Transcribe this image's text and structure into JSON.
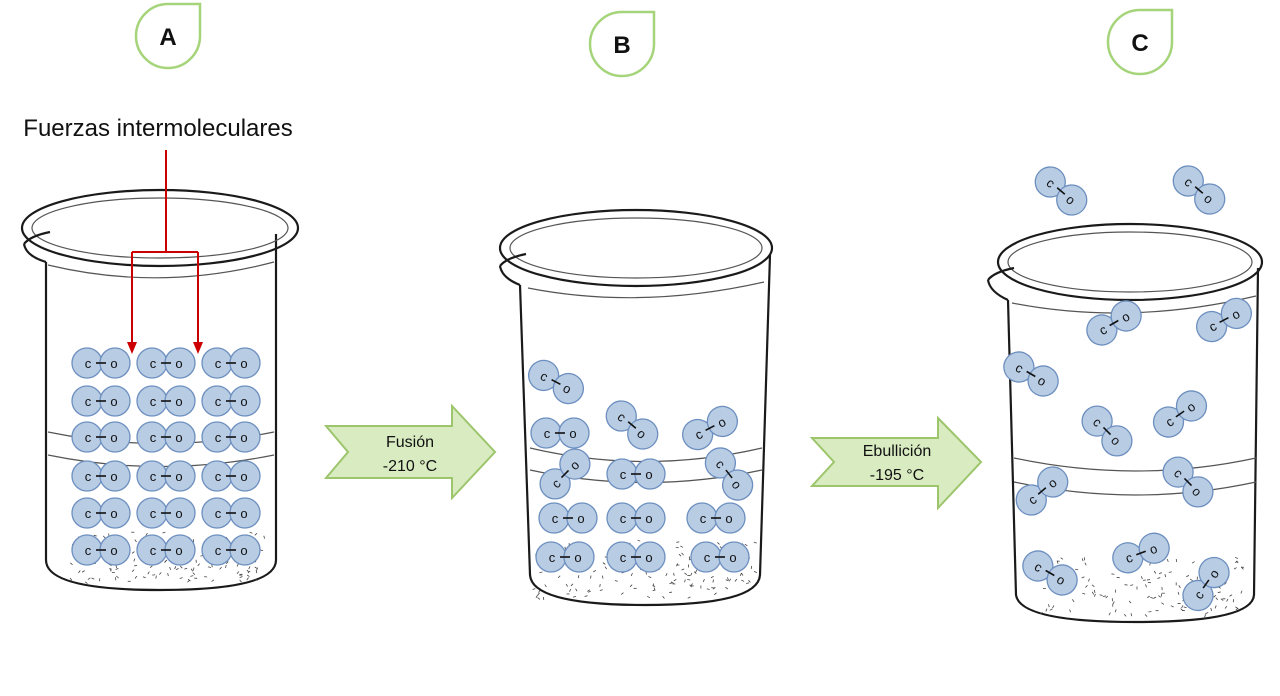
{
  "stages": [
    {
      "id": "A",
      "label": "A"
    },
    {
      "id": "B",
      "label": "B"
    },
    {
      "id": "C",
      "label": "C"
    }
  ],
  "annotation": {
    "text": "Fuerzas intermoleculares",
    "color": "#cc0000"
  },
  "transitions": [
    {
      "id": "fusion",
      "line1": "Fusión",
      "line2": "-210 °C"
    },
    {
      "id": "ebullicion",
      "line1": "Ebullición",
      "line2": "-195 °C"
    }
  ],
  "molecule": {
    "atom1": "C",
    "atom2": "O"
  },
  "colors": {
    "atom_fill": "#b8cce4",
    "atom_stroke": "#6d8fbf",
    "arrow_fill": "#d8ebc1",
    "arrow_stroke": "#9cc56c",
    "badge_stroke": "#a6d47a"
  }
}
